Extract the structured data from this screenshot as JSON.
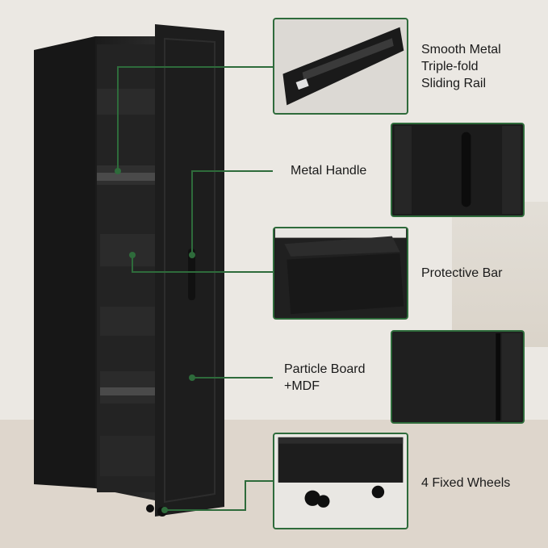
{
  "callouts": [
    {
      "id": "rail",
      "label": "Smooth Metal\nTriple-fold\nSliding Rail"
    },
    {
      "id": "handle",
      "label": "Metal Handle"
    },
    {
      "id": "bar",
      "label": "Protective Bar"
    },
    {
      "id": "board",
      "label": "Particle Board\n+MDF"
    },
    {
      "id": "wheels",
      "label": "4 Fixed Wheels"
    }
  ],
  "colors": {
    "accent_green": "#2e6b3b",
    "cabinet": "#1f1f1f",
    "background": "#ebe8e3"
  }
}
